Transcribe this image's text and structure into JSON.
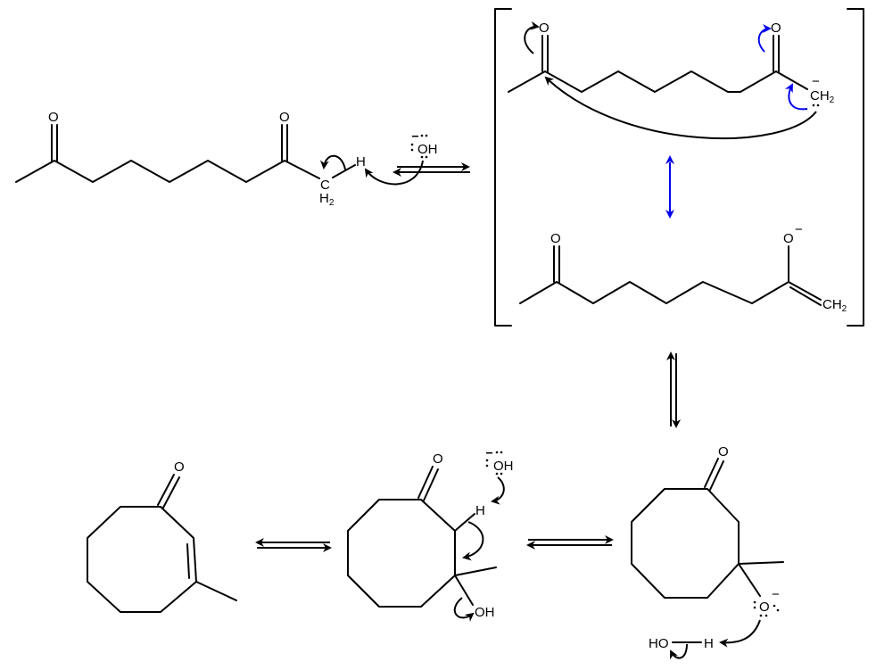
{
  "title": "Intramolecular aldol condensation mechanism (2,9-decanedione to 3-methylcyclooct-2-enone)",
  "labels": {
    "oxygen": "O",
    "carbon": "C",
    "hydrogen": "H",
    "h2": "H",
    "two": "2",
    "ch2": "CH",
    "hydroxide": "OH",
    "ho": "HO",
    "minus": "−"
  },
  "colors": {
    "bond": "#000000",
    "resonance_arrow": "#0000ee"
  }
}
